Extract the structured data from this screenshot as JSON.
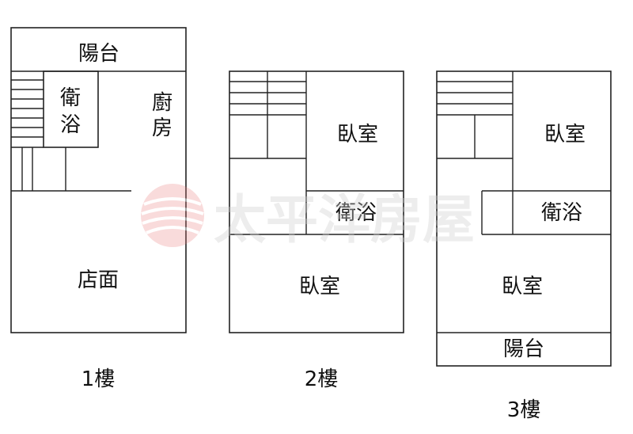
{
  "floors": [
    {
      "caption": "1樓",
      "rooms": {
        "balcony": "陽台",
        "bathroom": [
          "衛",
          "浴"
        ],
        "kitchen": [
          "廚",
          "房"
        ],
        "storefront": "店面"
      }
    },
    {
      "caption": "2樓",
      "rooms": {
        "bedroom_top": "臥室",
        "bathroom": "衛浴",
        "bedroom_bottom": "臥室"
      }
    },
    {
      "caption": "3樓",
      "rooms": {
        "bedroom_top": "臥室",
        "bathroom": "衛浴",
        "bedroom_bottom": "臥室",
        "balcony": "陽台"
      }
    }
  ],
  "watermark": {
    "text": "太平洋房屋",
    "color": "#e87a7a"
  }
}
